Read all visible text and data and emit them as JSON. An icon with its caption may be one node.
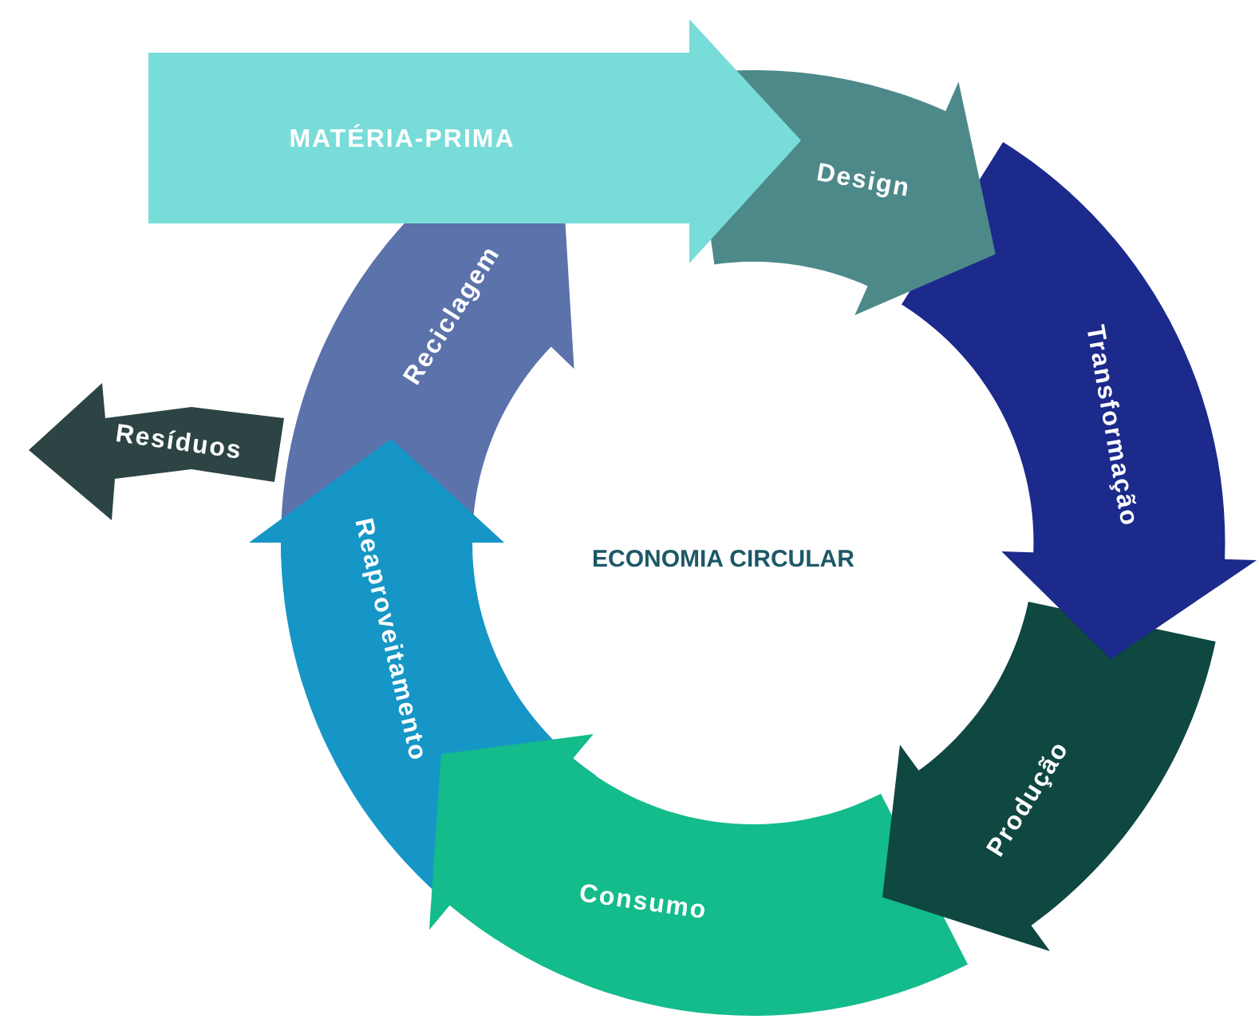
{
  "diagram": {
    "nodes": [
      {
        "text": [
          "MATÉRIA-PRIMA"
        ]
      },
      {
        "text": [
          "Design"
        ]
      },
      {
        "text": [
          "Transformação"
        ]
      },
      {
        "text": [
          "Produção"
        ]
      },
      {
        "text": [
          "Consumo"
        ]
      },
      {
        "text": [
          "Reaproveitamento"
        ]
      },
      {
        "text": [
          "Reciclagem"
        ]
      },
      {
        "text": [
          "Resíduos"
        ]
      }
    ],
    "labels": [
      "ECONOMIA CIRCULAR"
    ]
  }
}
